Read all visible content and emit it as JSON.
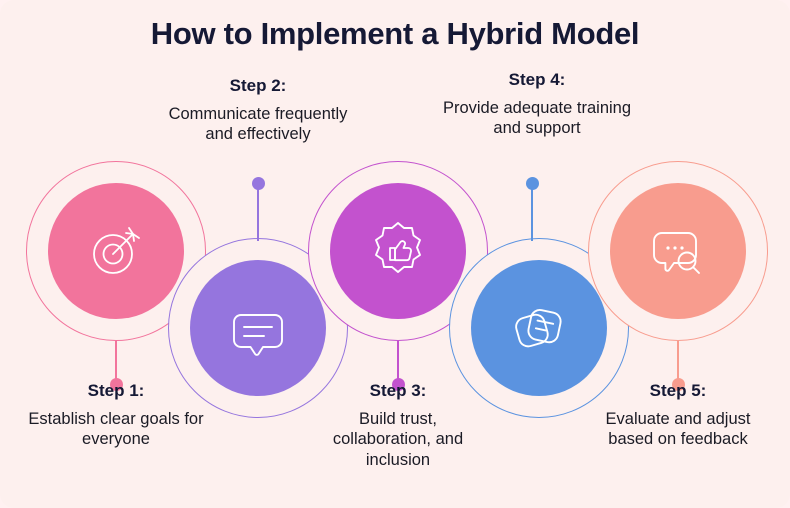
{
  "title": "How to Implement a Hybrid Model",
  "theme": {
    "background": "#FDF0EE",
    "text": "#151935"
  },
  "steps": [
    {
      "step_label": "Step 1:",
      "description": "Establish clear goals for everyone",
      "color": "#F2749C",
      "icon": "target-arrow-icon",
      "position": "below"
    },
    {
      "step_label": "Step 2:",
      "description": "Communicate frequently and effectively",
      "color": "#9575DE",
      "icon": "speech-bubble-lines-icon",
      "position": "above"
    },
    {
      "step_label": "Step 3:",
      "description": "Build trust, collaboration, and inclusion",
      "color": "#C352CE",
      "icon": "thumbs-up-badge-icon",
      "position": "below"
    },
    {
      "step_label": "Step 4:",
      "description": "Provide adequate training and support",
      "color": "#5B93E0",
      "icon": "stacked-cards-icon",
      "position": "above"
    },
    {
      "step_label": "Step 5:",
      "description": "Evaluate and adjust based on feedback",
      "color": "#F89C8E",
      "icon": "chat-search-icon",
      "position": "below"
    }
  ]
}
